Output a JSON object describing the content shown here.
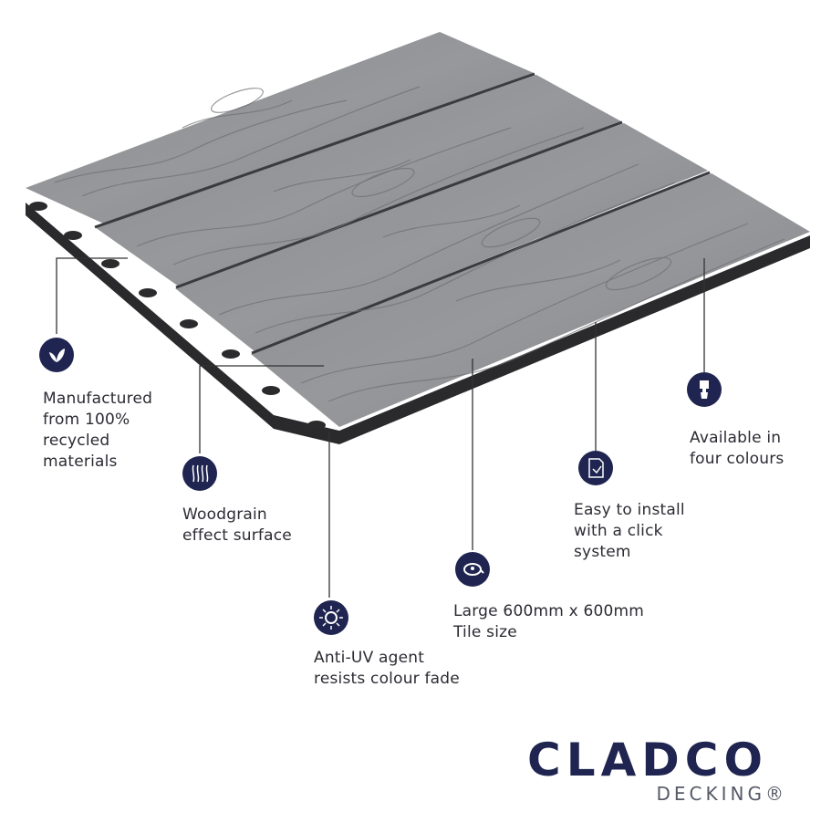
{
  "features": [
    {
      "id": "recycled",
      "icon": "leaf-icon",
      "text": "Manufactured\nfrom 100%\nrecycled\nmaterials"
    },
    {
      "id": "woodgrain",
      "icon": "woodgrain-icon",
      "text": "Woodgrain\neffect surface"
    },
    {
      "id": "anti-uv",
      "icon": "sun-icon",
      "text": "Anti-UV agent\nresists colour fade"
    },
    {
      "id": "size",
      "icon": "tape-measure-icon",
      "text": "Large 600mm x 600mm\nTile size"
    },
    {
      "id": "install",
      "icon": "click-document-icon",
      "text": "Easy to install\nwith a click\nsystem"
    },
    {
      "id": "colours",
      "icon": "paintbrush-icon",
      "text": "Available in\nfour colours"
    }
  ],
  "brand": {
    "name": "CLADCO",
    "sub": "DECKING®"
  },
  "colors": {
    "navy": "#1f2550",
    "tile": "#8e8f92",
    "tile_dark": "#5f6064",
    "base": "#2a2a2c"
  }
}
